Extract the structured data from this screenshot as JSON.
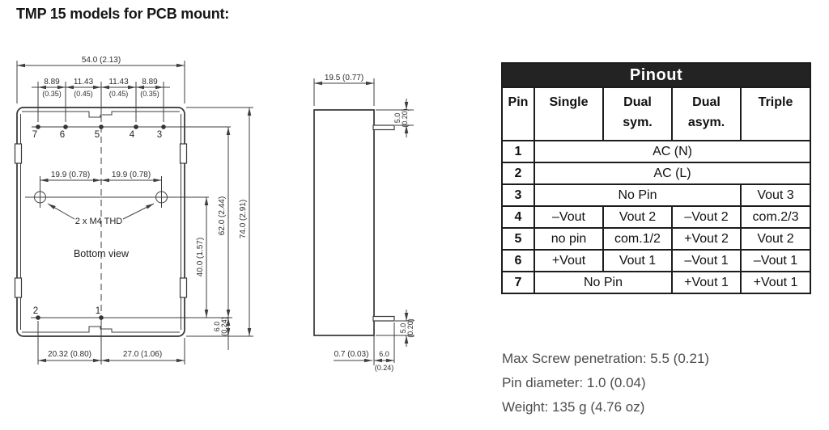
{
  "title": "TMP 15 models for PCB mount:",
  "colors": {
    "line": "#3e3e3e",
    "table_border": "#1c1c1c",
    "table_header_bg": "#232323",
    "table_header_text": "#ffffff",
    "notes_text": "#4d4d4d"
  },
  "bottom_view": {
    "overall_width": "54.0 (2.13)",
    "pitch_mm": [
      "8.89",
      "11.43",
      "11.43",
      "8.89"
    ],
    "pitch_in": [
      "(0.35)",
      "(0.45)",
      "(0.45)",
      "(0.35)"
    ],
    "pins_top": [
      "7",
      "6",
      "5",
      "4",
      "3"
    ],
    "pins_bottom": [
      "2",
      "1"
    ],
    "hole_pitch": [
      "19.9 (0.78)",
      "19.9 (0.78)"
    ],
    "thread_note": "2 x M4 THD",
    "view_label": "Bottom view",
    "dim_bottom_left": "20.32 (0.80)",
    "dim_bottom_right": "27.0 (1.06)",
    "dim_40": "40.0 (1.57)",
    "dim_62": "62.0 (2.44)",
    "dim_74": "74.0 (2.91)",
    "dim_6_mm": "6.0",
    "dim_6_in": "(0.24)"
  },
  "side_view": {
    "width": "19.5 (0.77)",
    "flange_top_mm": "5.0",
    "flange_top_in": "(0.20)",
    "flange_bottom_mm": "5.0",
    "flange_bottom_in": "(0.20)",
    "flange_thickness": "0.7 (0.03)",
    "flange_length_mm": "6.0",
    "flange_length_in": "(0.24)"
  },
  "pinout": {
    "title": "Pinout",
    "col_headers": [
      {
        "l1": "Pin",
        "l2": ""
      },
      {
        "l1": "Single",
        "l2": ""
      },
      {
        "l1": "Dual",
        "l2": "sym."
      },
      {
        "l1": "Dual",
        "l2": "asym."
      },
      {
        "l1": "Triple",
        "l2": ""
      }
    ],
    "rows": [
      {
        "pin": "1",
        "cells": [
          {
            "text": "AC (N)"
          }
        ]
      },
      {
        "pin": "2",
        "cells": [
          {
            "text": "AC (L)"
          }
        ]
      },
      {
        "pin": "3",
        "cells": [
          {
            "text": "No Pin"
          },
          {
            "text": "Vout 3"
          }
        ]
      },
      {
        "pin": "4",
        "cells": [
          {
            "text": "–Vout"
          },
          {
            "text": "Vout 2"
          },
          {
            "text": "–Vout 2"
          },
          {
            "text": "com.2/3"
          }
        ]
      },
      {
        "pin": "5",
        "cells": [
          {
            "text": "no pin"
          },
          {
            "text": "com.1/2"
          },
          {
            "text": "+Vout 2"
          },
          {
            "text": "Vout 2"
          }
        ]
      },
      {
        "pin": "6",
        "cells": [
          {
            "text": "+Vout"
          },
          {
            "text": "Vout 1"
          },
          {
            "text": "–Vout 1"
          },
          {
            "text": "–Vout 1"
          }
        ]
      },
      {
        "pin": "7",
        "cells": [
          {
            "text": "No Pin"
          },
          {
            "text": "+Vout 1"
          },
          {
            "text": "+Vout 1"
          }
        ]
      }
    ]
  },
  "notes": [
    "Max Screw penetration: 5.5 (0.21)",
    "Pin diameter: 1.0 (0.04)",
    "Weight: 135 g (4.76 oz)"
  ]
}
